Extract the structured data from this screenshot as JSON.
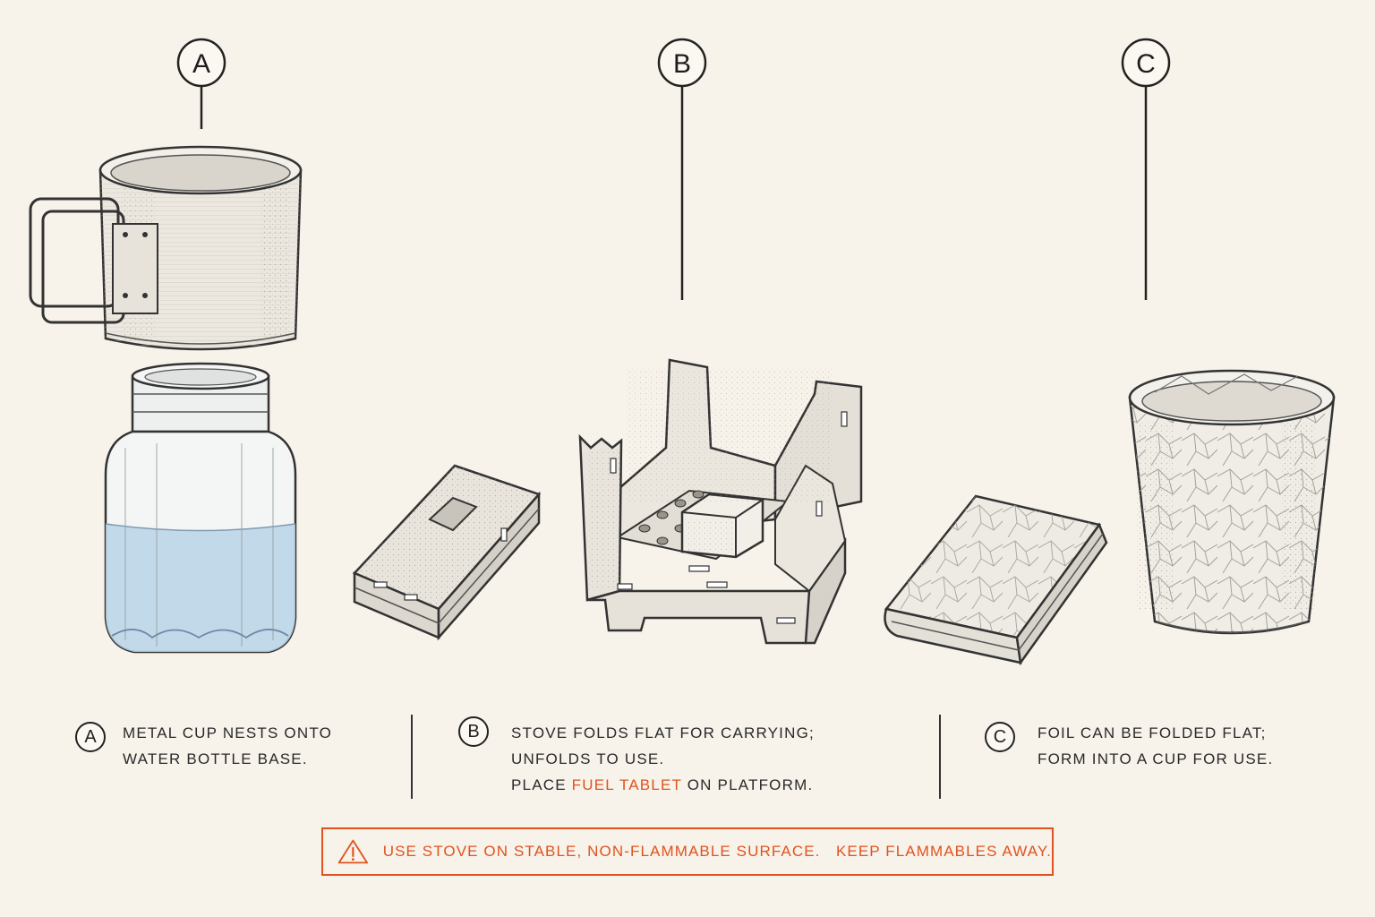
{
  "labels": {
    "a": "A",
    "b": "B",
    "c": "C"
  },
  "captions": {
    "a": {
      "badge": "A",
      "line1": "METAL CUP NESTS ONTO",
      "line2": "WATER BOTTLE BASE."
    },
    "b": {
      "badge": "B",
      "line1": "STOVE FOLDS FLAT FOR CARRYING;",
      "line2": "UNFOLDS TO USE.",
      "line3_pre": "PLACE ",
      "line3_highlight": "FUEL TABLET",
      "line3_post": " ON PLATFORM."
    },
    "c": {
      "badge": "C",
      "line1": "FOIL CAN BE FOLDED FLAT;",
      "line2": "FORM INTO A CUP FOR USE."
    }
  },
  "warning": {
    "icon": "warning-triangle-icon",
    "text": "USE STOVE ON STABLE, NON-FLAMMABLE SURFACE.   KEEP FLAMMABLES AWAY."
  },
  "colors": {
    "background": "#f7f2ea",
    "ink": "#222222",
    "accent": "#e0531e",
    "water": "#b9d3e8"
  }
}
